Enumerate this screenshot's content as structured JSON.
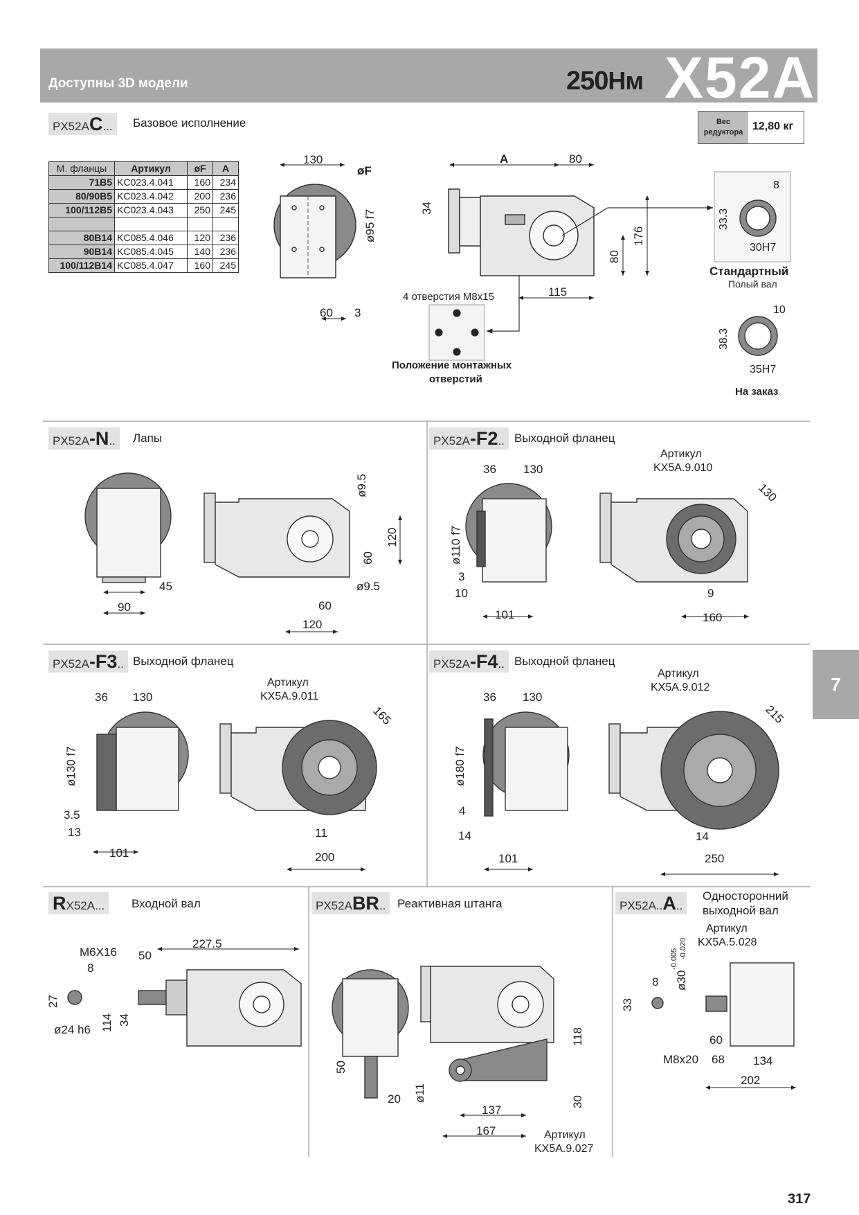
{
  "header": {
    "subtitle": "Доступны 3D модели",
    "torque": "250",
    "torque_unit": "Нм",
    "model": "X52A"
  },
  "side_tab": "7",
  "page_number": "317",
  "weight": {
    "label_line1": "Вес",
    "label_line2": "редуктора",
    "value": "12,80 кг"
  },
  "section_c": {
    "prefix": "PX52A",
    "code": "C",
    "suffix": "...",
    "caption": "Базовое исполнение"
  },
  "flange_table": {
    "headers": [
      "М. фланцы",
      "Артикул",
      "øF",
      "A"
    ],
    "rows": [
      [
        "71B5",
        "KC023.4.041",
        "160",
        "234"
      ],
      [
        "80/90B5",
        "KC023.4.042",
        "200",
        "236"
      ],
      [
        "100/112B5",
        "KC023.4.043",
        "250",
        "245"
      ],
      [
        "",
        "",
        "",
        ""
      ],
      [
        "80B14",
        "KC085.4.046",
        "120",
        "236"
      ],
      [
        "90B14",
        "KC085.4.045",
        "140",
        "236"
      ],
      [
        "100/112B14",
        "KC085.4.047",
        "160",
        "245"
      ]
    ]
  },
  "dims_c": {
    "d130": "130",
    "dF": "øF",
    "d95": "ø95 f7",
    "d60": "60",
    "d3": "3",
    "dA": "A",
    "d80top": "80",
    "d34": "34",
    "d176": "176",
    "d80": "80",
    "d115": "115",
    "holes_note": "4 отверстия M8x15",
    "mount_caption_l1": "Положение монтажных",
    "mount_caption_l2": "отверстий"
  },
  "hollow": {
    "d8": "8",
    "d333": "33.3",
    "d30h7": "30H7",
    "std_label": "Стандартный",
    "std_sub": "Полый вал",
    "d10": "10",
    "d383": "38.3",
    "d35h7": "35H7",
    "order_label": "На заказ"
  },
  "section_n": {
    "prefix": "PX52A",
    "code": "-N",
    "suffix": "..",
    "caption": "Лапы",
    "d45": "45",
    "d90": "90",
    "d95a": "ø9.5",
    "d120v": "120",
    "d60v": "60",
    "d95b": "ø9.5",
    "d60h": "60",
    "d120h": "120"
  },
  "section_f2": {
    "prefix": "PX52A",
    "code": "-F2",
    "suffix": "..",
    "caption": "Выходной фланец",
    "d36": "36",
    "d130": "130",
    "art_label": "Артикул",
    "art": "KX5A.9.010",
    "d110": "ø110 f7",
    "d3": "3",
    "d10": "10",
    "d101": "101",
    "d130diag": "130",
    "d9": "9",
    "d160": "160"
  },
  "section_f3": {
    "prefix": "PX52A",
    "code": "-F3",
    "suffix": "..",
    "caption": "Выходной фланец",
    "d36": "36",
    "d130": "130",
    "art_label": "Артикул",
    "art": "KX5A.9.011",
    "d130f": "ø130 f7",
    "d35": "3.5",
    "d13": "13",
    "d101": "101",
    "d165": "165",
    "d11": "11",
    "d200": "200"
  },
  "section_f4": {
    "prefix": "PX52A",
    "code": "-F4",
    "suffix": "..",
    "caption": "Выходной фланец",
    "d36": "36",
    "d130": "130",
    "art_label": "Артикул",
    "art": "KX5A.9.012",
    "d180": "ø180 f7",
    "d4": "4",
    "d14": "14",
    "d101": "101",
    "d215": "215",
    "d14b": "14",
    "d250": "250"
  },
  "section_r": {
    "prefix": "X52A...",
    "code": "R",
    "caption": "Входной вал",
    "d2275": "227.5",
    "dM6": "M6X16",
    "d50": "50",
    "d8": "8",
    "d27": "27",
    "d24": "ø24 h6",
    "d114": "114",
    "d34": "34"
  },
  "section_br": {
    "prefix": "PX52A",
    "code": "BR",
    "suffix": "..",
    "caption": "Реактивная штанга",
    "d50": "50",
    "d20": "20",
    "d11": "ø11",
    "d137": "137",
    "d167": "167",
    "d118": "118",
    "d30": "30",
    "art_label": "Артикул",
    "art": "KX5A.9.027"
  },
  "section_a": {
    "prefix": "PX52A..",
    "code": "A",
    "suffix": "..",
    "caption_l1": "Односторонний",
    "caption_l2": "выходной вал",
    "art_label": "Артикул",
    "art": "KX5A.5.028",
    "d30": "ø30",
    "tol_up": "-0.005",
    "tol_dn": "-0.020",
    "d8": "8",
    "d33": "33",
    "d60": "60",
    "dM8": "M8x20",
    "d68": "68",
    "d134": "134",
    "d202": "202"
  }
}
